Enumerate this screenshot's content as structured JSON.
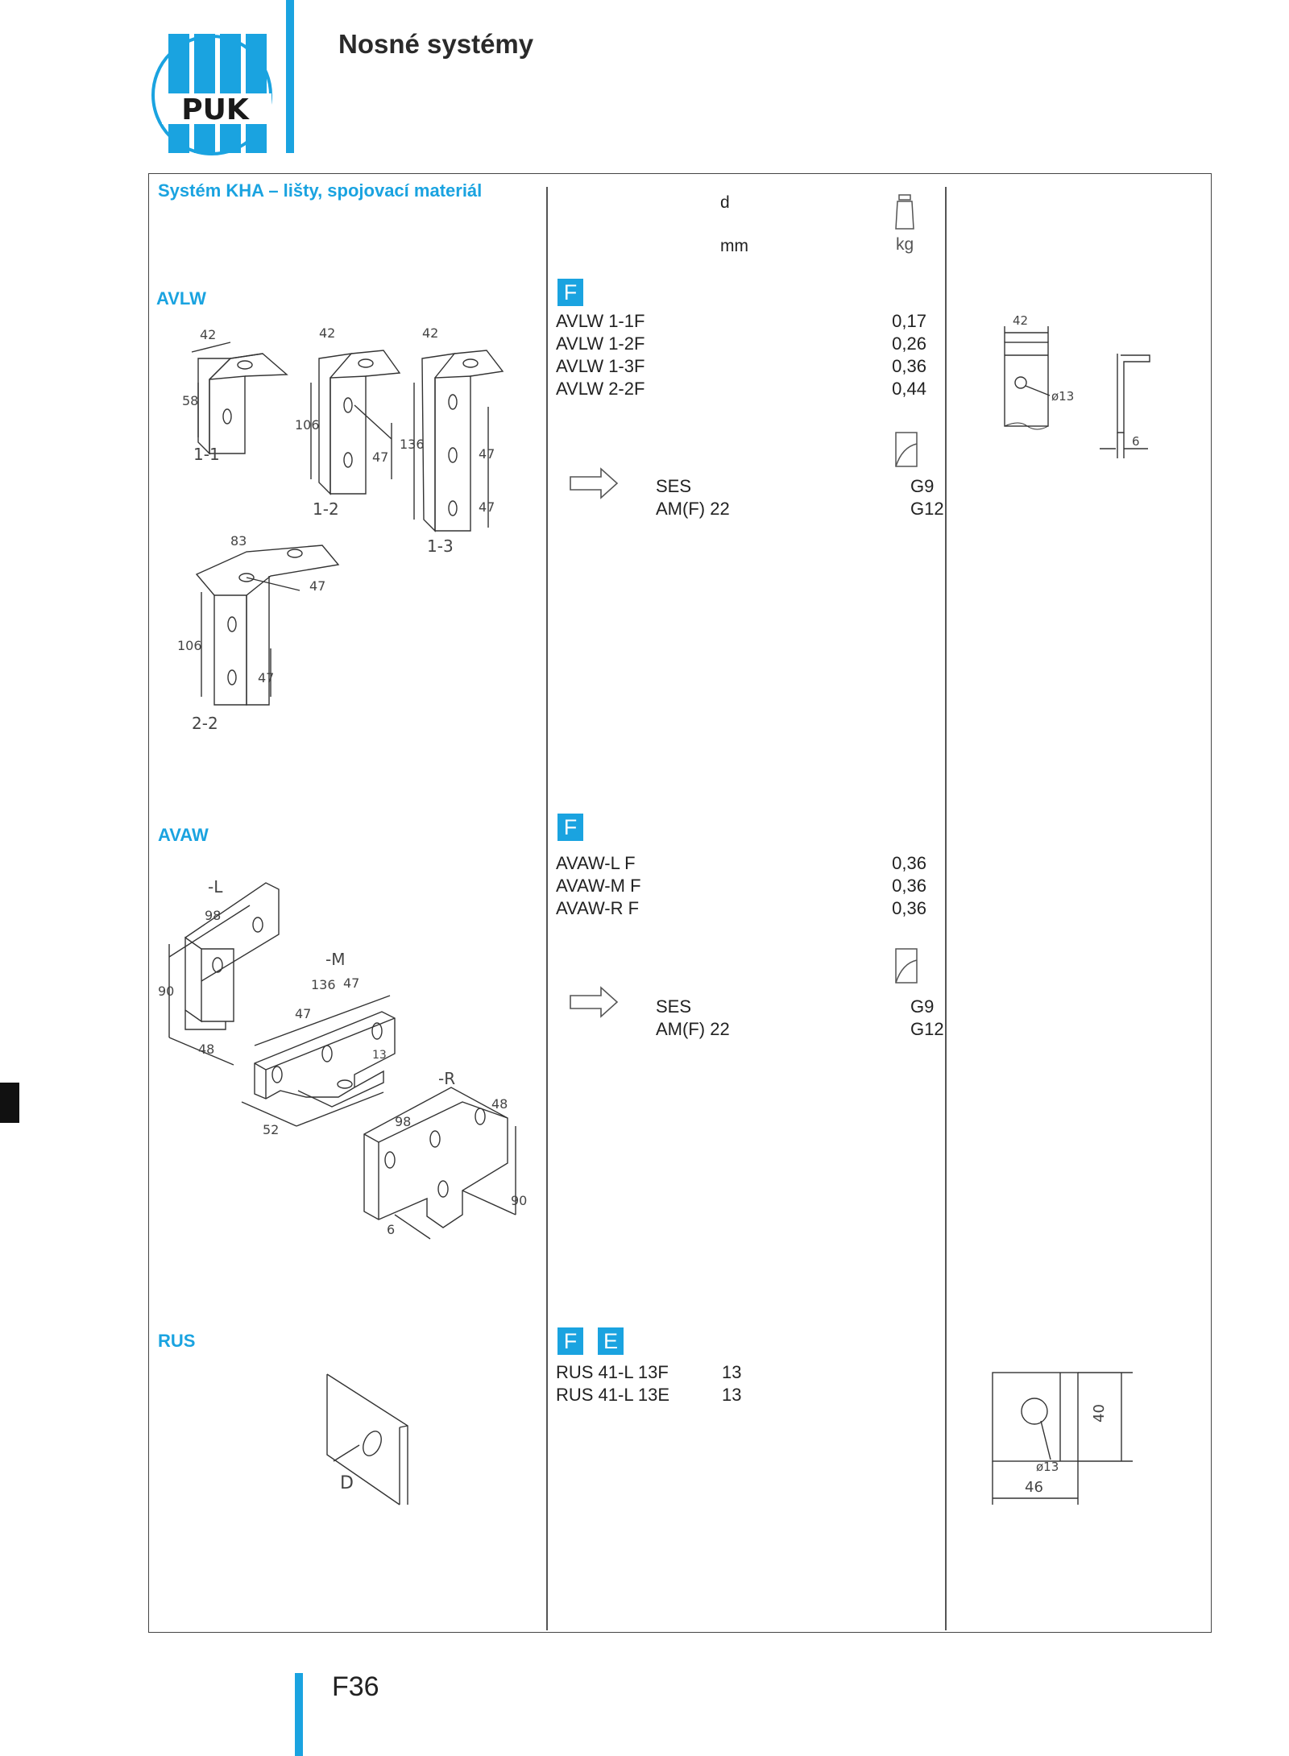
{
  "header": {
    "logo_text": "PUK",
    "title": "Nosné systémy"
  },
  "catalog": {
    "title": "Systém KHA – lišty, spojovací materiál",
    "col_d": "d",
    "col_mm": "mm",
    "col_kg": "kg"
  },
  "sections": [
    {
      "name": "AVLW",
      "badges": [
        "F"
      ],
      "rows": [
        {
          "name": "AVLW 1-1F",
          "value": "0,17"
        },
        {
          "name": "AVLW 1-2F",
          "value": "0,26"
        },
        {
          "name": "AVLW 1-3F",
          "value": "0,36"
        },
        {
          "name": "AVLW 2-2F",
          "value": "0,44"
        }
      ],
      "accessories": [
        {
          "name": "SES",
          "page": "G9"
        },
        {
          "name": "AM(F) 22",
          "page": "G12"
        }
      ],
      "drawing_labels": {
        "dim_42a": "42",
        "dim_58": "58",
        "v11": "1-1",
        "dim_42b": "42",
        "dim_106a": "106",
        "dim_47a": "47",
        "v12": "1-2",
        "dim_42c": "42",
        "dim_136": "136",
        "dim_47b": "47",
        "dim_47c": "47",
        "v13": "1-3",
        "dim_83": "83",
        "dim_47d": "47",
        "dim_106b": "106",
        "dim_47e": "47",
        "v22": "2-2"
      },
      "side_labels": {
        "w": "42",
        "hole": "ø13",
        "t": "6"
      }
    },
    {
      "name": "AVAW",
      "badges": [
        "F"
      ],
      "rows": [
        {
          "name": "AVAW-L F",
          "value": "0,36"
        },
        {
          "name": "AVAW-M F",
          "value": "0,36"
        },
        {
          "name": "AVAW-R F",
          "value": "0,36"
        }
      ],
      "accessories": [
        {
          "name": "SES",
          "page": "G9"
        },
        {
          "name": "AM(F) 22",
          "page": "G12"
        }
      ],
      "drawing_labels": {
        "vl": "-L",
        "d98a": "98",
        "d90a": "90",
        "d48a": "48",
        "vm": "-M",
        "d136": "136",
        "d47a": "47",
        "d47b": "47",
        "d13": "13",
        "d52": "52",
        "vr": "-R",
        "d48b": "48",
        "d98b": "98",
        "d90b": "90",
        "d6": "6"
      }
    },
    {
      "name": "RUS",
      "badges": [
        "F",
        "E"
      ],
      "rows": [
        {
          "name": "RUS 41-L 13F",
          "value": "13"
        },
        {
          "name": "RUS 41-L 13E",
          "value": "13"
        }
      ],
      "drawing_labels": {
        "d": "D"
      },
      "side_labels": {
        "h": "40",
        "hole": "ø13",
        "w": "46"
      }
    }
  ],
  "footer": {
    "page": "F36"
  },
  "colors": {
    "accent": "#1aa3e0",
    "line": "#444444"
  }
}
